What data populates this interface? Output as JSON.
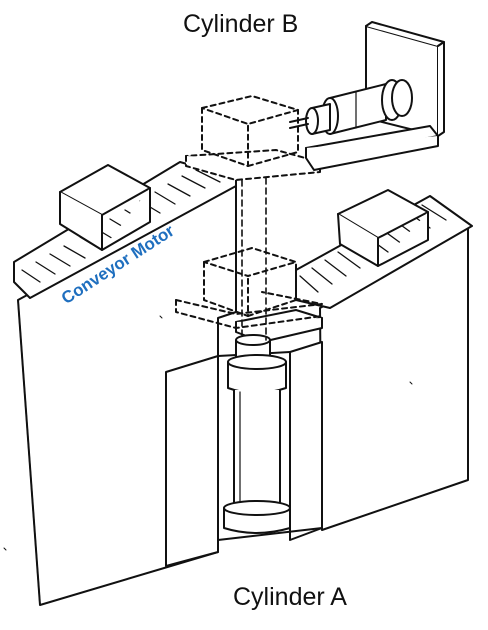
{
  "labels": {
    "cylinder_b": "Cylinder B",
    "cylinder_a": "Cylinder A",
    "conveyor_motor": "Conveyor Motor"
  },
  "colors": {
    "line": "#111111",
    "motor_label": "#1f6fbf",
    "background": "#ffffff"
  }
}
